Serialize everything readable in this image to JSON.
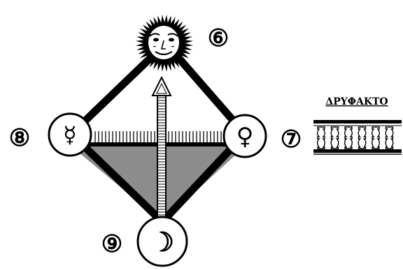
{
  "nodes": [
    {
      "id": "sun",
      "number": "⑥",
      "glyph": "",
      "icon": "sun-face-icon"
    },
    {
      "id": "venus",
      "number": "⑦",
      "glyph": "♀",
      "icon": "venus-icon"
    },
    {
      "id": "mercury",
      "number": "⑧",
      "glyph": "☿",
      "icon": "mercury-icon"
    },
    {
      "id": "moon",
      "number": "⑨",
      "glyph": "☽",
      "icon": "moon-icon"
    }
  ],
  "railing": {
    "label": "ΔΡΥΦΑΚΤΟ",
    "icon": "balustrade-icon"
  },
  "colors": {
    "ink": "#000000",
    "fill": "#8c8c8c",
    "paper": "#ffffff"
  }
}
